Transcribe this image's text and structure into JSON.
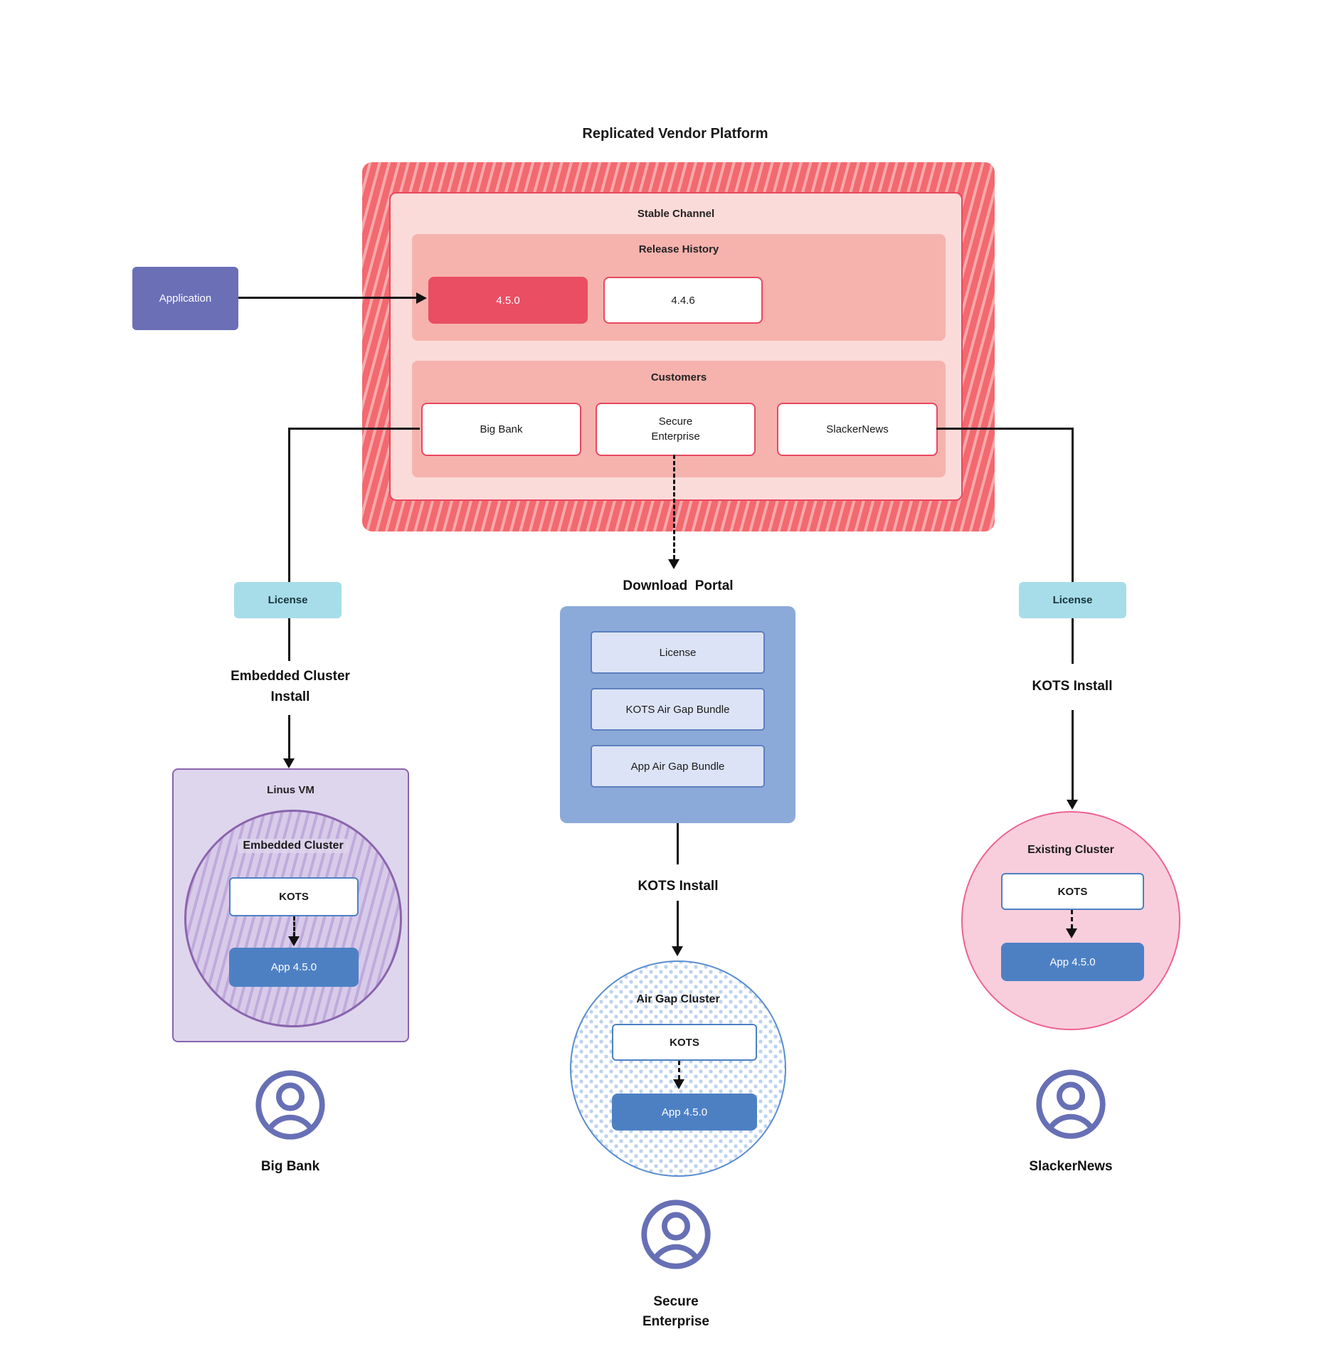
{
  "title": "Replicated Vendor Platform",
  "colors": {
    "hatch_red_base": "#f2696f",
    "hatch_red_stripe": "#f6a9ab",
    "channel_fill": "#fbdbd9",
    "channel_border": "#e8485f",
    "band_fill": "#f6b3ae",
    "release_highlight_fill": "#e94e63",
    "application_purple": "#6a6fb6",
    "license_teal": "#a7dde9",
    "portal_blue": "#8caad9",
    "portal_item_fill": "#dce3f6",
    "kots_border_blue": "#4d80c3",
    "app_box_blue": "#4d80c3",
    "vm_fill": "#ded6ed",
    "vm_border": "#8a64ad",
    "embedded_stripe": "#c0aadc",
    "airgap_border": "#5a8ed0",
    "airgap_dot": "#bcd2ee",
    "existing_fill": "#f8cedc",
    "existing_border": "#ee6290",
    "user_icon_purple": "#6770b5"
  },
  "platform": {
    "stable_channel_label": "Stable Channel",
    "release_history": {
      "label": "Release History",
      "releases": [
        "4.5.0",
        "4.4.6"
      ]
    },
    "customers": {
      "label": "Customers",
      "items": [
        "Big Bank",
        "Secure\nEnterprise",
        "SlackerNews"
      ]
    }
  },
  "application_label": "Application",
  "left_flow": {
    "license": "License",
    "install_label": "Embedded Cluster\nInstall",
    "vm_label": "Linus VM",
    "cluster_label": "Embedded Cluster",
    "kots": "KOTS",
    "app": "App 4.5.0",
    "user": "Big Bank"
  },
  "center_flow": {
    "portal_label": "Download  Portal",
    "portal_items": [
      "License",
      "KOTS Air Gap Bundle",
      "App Air Gap Bundle"
    ],
    "install_label": "KOTS Install",
    "cluster_label": "Air Gap Cluster",
    "kots": "KOTS",
    "app": "App 4.5.0",
    "user": "Secure\nEnterprise"
  },
  "right_flow": {
    "license": "License",
    "install_label": "KOTS Install",
    "cluster_label": "Existing Cluster",
    "kots": "KOTS",
    "app": "App 4.5.0",
    "user": "SlackerNews"
  }
}
